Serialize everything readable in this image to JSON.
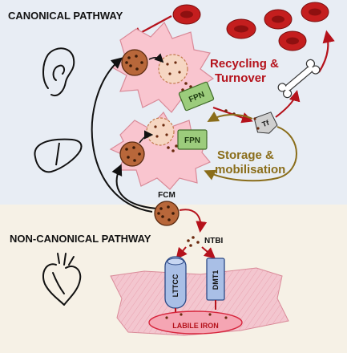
{
  "panels": {
    "canonical": {
      "title": "CANONICAL PATHWAY",
      "bg": "#e8edf4"
    },
    "non_canonical": {
      "title": "NON-CANONICAL PATHWAY",
      "bg": "#f6f1e6"
    }
  },
  "labels": {
    "recycling": {
      "line1": "Recycling &",
      "line2": "Turnover",
      "color": "#b5121b"
    },
    "storage": {
      "line1": "Storage &",
      "line2": "mobilisation",
      "color": "#8a6d1a"
    },
    "fpn": "FPN",
    "tf": "Tf",
    "fcm": "FCM",
    "ntbi": "NTBI",
    "lttcc": "LTTCC",
    "dmt1": "DMT1",
    "labile_iron": "LABILE IRON"
  },
  "colors": {
    "rbc": "#c41e1e",
    "fpn": "#9ccc7c",
    "transporter": "#a9bfe6",
    "iron_particle": "#a0522d",
    "iron_dot": "#6b2a0f",
    "cell_pink": "#f9c5cf",
    "muscle_pink": "#f3c6cf",
    "pool_red": "#d7263d"
  },
  "icons": [
    "ear-icon",
    "liver-icon",
    "heart-icon",
    "bone-icon",
    "red-blood-cell-icon"
  ]
}
